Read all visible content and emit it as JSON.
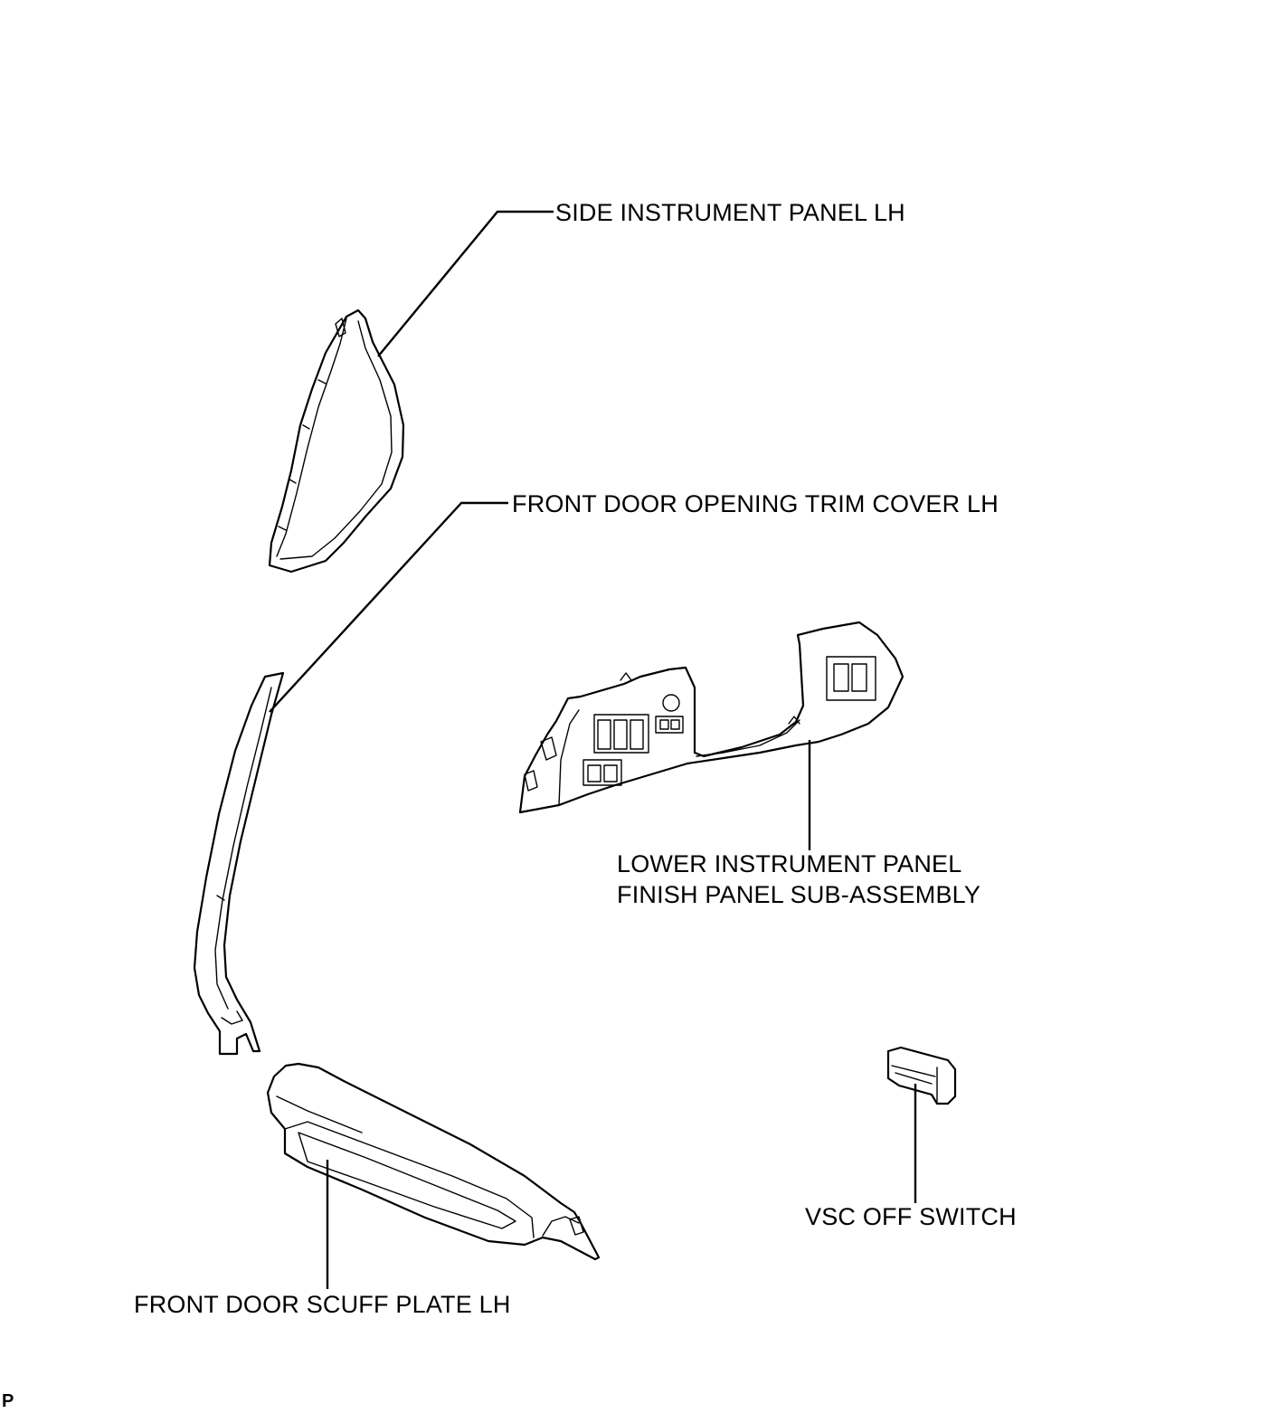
{
  "labels": {
    "side_instrument_panel": "SIDE INSTRUMENT PANEL LH",
    "front_door_opening_trim": "FRONT DOOR OPENING TRIM COVER LH",
    "lower_instrument_panel_line1": "LOWER INSTRUMENT PANEL",
    "lower_instrument_panel_line2": "FINISH PANEL SUB-ASSEMBLY",
    "vsc_off_switch": "VSC OFF SWITCH",
    "front_door_scuff_plate": "FRONT DOOR SCUFF PLATE LH"
  },
  "footer": {
    "mark": "P"
  },
  "colors": {
    "line": "#000000",
    "background": "#ffffff"
  }
}
